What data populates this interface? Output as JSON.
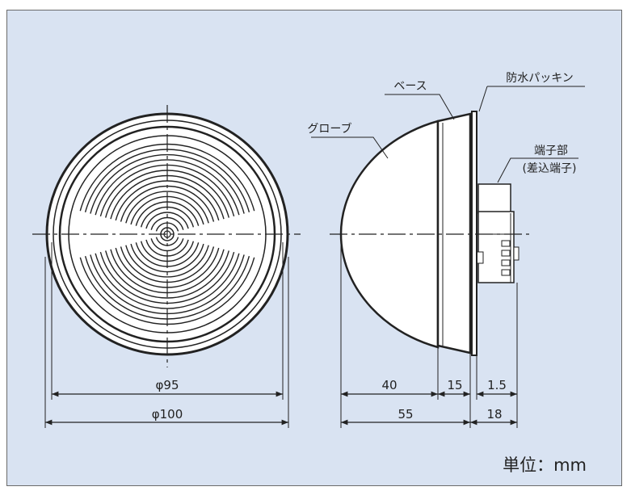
{
  "diagram": {
    "labels": {
      "glove": "グローブ",
      "base": "ベース",
      "packing": "防水パッキン",
      "terminal": "端子部",
      "terminal_sub": "(差込端子)"
    },
    "dimensions": {
      "d95": "φ95",
      "d100": "φ100",
      "w40": "40",
      "w15": "15",
      "w1_5": "1.5",
      "w55": "55",
      "w18": "18"
    },
    "unit": "単位：mm"
  }
}
